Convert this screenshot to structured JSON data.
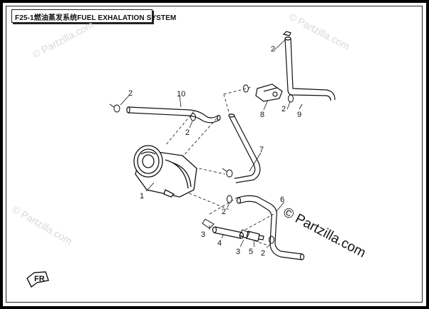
{
  "header": {
    "title": "F25-1燃油蒸发系统FUEL EXHALATION  SYSTEM"
  },
  "watermarks": {
    "faint": "© Partzilla.com",
    "main": "© Partzilla.com"
  },
  "callouts": [
    {
      "id": "c1",
      "text": "1"
    },
    {
      "id": "c2a",
      "text": "2"
    },
    {
      "id": "c2b",
      "text": "2"
    },
    {
      "id": "c2c",
      "text": "2"
    },
    {
      "id": "c2d",
      "text": "2"
    },
    {
      "id": "c2e",
      "text": "2"
    },
    {
      "id": "c2f",
      "text": "2"
    },
    {
      "id": "c3a",
      "text": "3"
    },
    {
      "id": "c3b",
      "text": "3"
    },
    {
      "id": "c4",
      "text": "4"
    },
    {
      "id": "c5",
      "text": "5"
    },
    {
      "id": "c6",
      "text": "6"
    },
    {
      "id": "c7",
      "text": "7"
    },
    {
      "id": "c8",
      "text": "8"
    },
    {
      "id": "c9",
      "text": "9"
    },
    {
      "id": "c10",
      "text": "10"
    }
  ],
  "front_arrow": {
    "text": "FR"
  },
  "colors": {
    "ink": "#111111",
    "background": "#ffffff",
    "frame": "#000000",
    "watermark": "#d8d8d8"
  }
}
